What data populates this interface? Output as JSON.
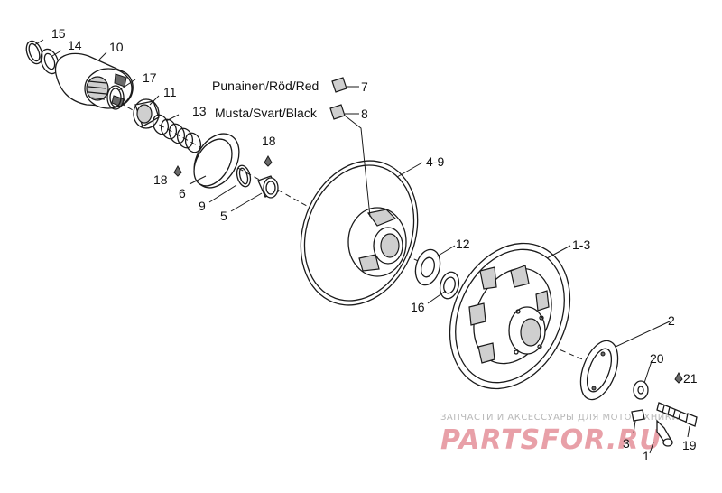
{
  "callouts": {
    "c15": "15",
    "c14": "14",
    "c10": "10",
    "c17": "17",
    "c11": "11",
    "c13": "13",
    "c18a": "18",
    "c18b": "18",
    "c6": "6",
    "c9": "9",
    "c5": "5",
    "c7": "7",
    "c8": "8",
    "c4_9": "4-9",
    "c12": "12",
    "c16": "16",
    "c1_3": "1-3",
    "c2": "2",
    "c20": "20",
    "c21": "21",
    "c3": "3",
    "c1": "1",
    "c19": "19"
  },
  "color_labels": {
    "red": "Punainen/Röd/Red",
    "black": "Musta/Svart/Black"
  },
  "watermark": {
    "tagline": "ЗАПЧАСТИ И АКСЕССУАРЫ ДЛЯ МОТОТЕХНИКИ",
    "logo": "PARTSFOR.RU"
  },
  "colors": {
    "line": "#1a1a1a",
    "background": "#ffffff",
    "watermark_red": "#e8a0a8",
    "watermark_grey": "#b8b8b8"
  }
}
